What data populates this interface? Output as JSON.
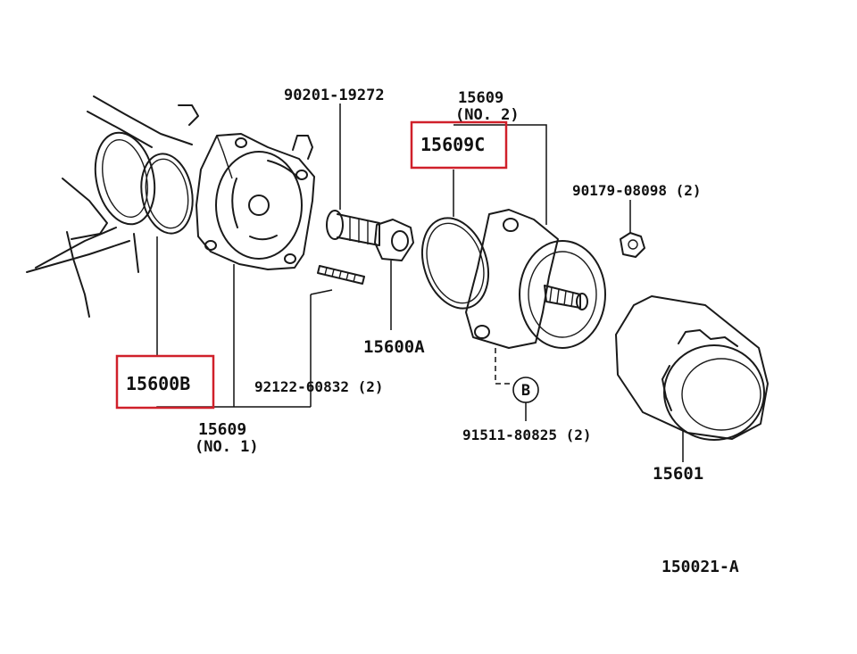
{
  "accent_color": "#d0202a",
  "labels": {
    "bolt_90201": "90201-19272",
    "cover_no2_num": "15609",
    "cover_no2_sub": "(NO. 2)",
    "part_15609C": "15609C",
    "nut_90179": "90179-08098 (2)",
    "part_15600A": "15600A",
    "part_15600B": "15600B",
    "stud_92122": "92122-60832 (2)",
    "cover_no1_num": "15609",
    "cover_no1_sub": "(NO. 1)",
    "ref_B": "B",
    "plug_91511": "91511-80825 (2)",
    "filter_15601": "15601",
    "figure_code": "150021-A"
  }
}
